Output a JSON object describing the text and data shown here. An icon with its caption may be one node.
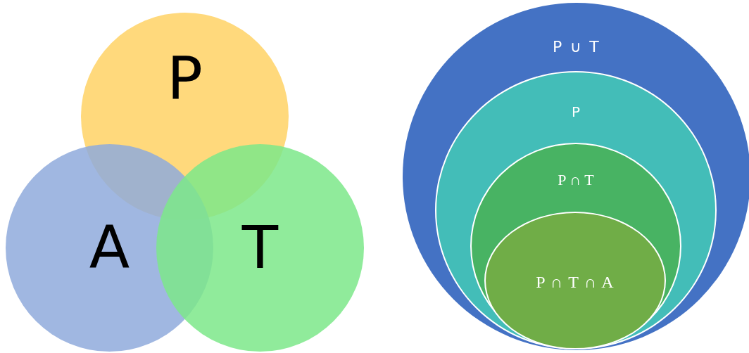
{
  "diagram": {
    "nodes": [
      {
        "text": [
          "P"
        ]
      },
      {
        "text": [
          "A"
        ]
      },
      {
        "text": [
          "T"
        ]
      },
      {
        "text": [
          "P ∪ T"
        ]
      },
      {
        "text": [
          "P"
        ],
        "in": 3
      },
      {
        "text": [
          "P ∩ T"
        ],
        "in": 4
      },
      {
        "text": [
          "P ∩ T ∩ A"
        ],
        "in": 5
      }
    ]
  }
}
